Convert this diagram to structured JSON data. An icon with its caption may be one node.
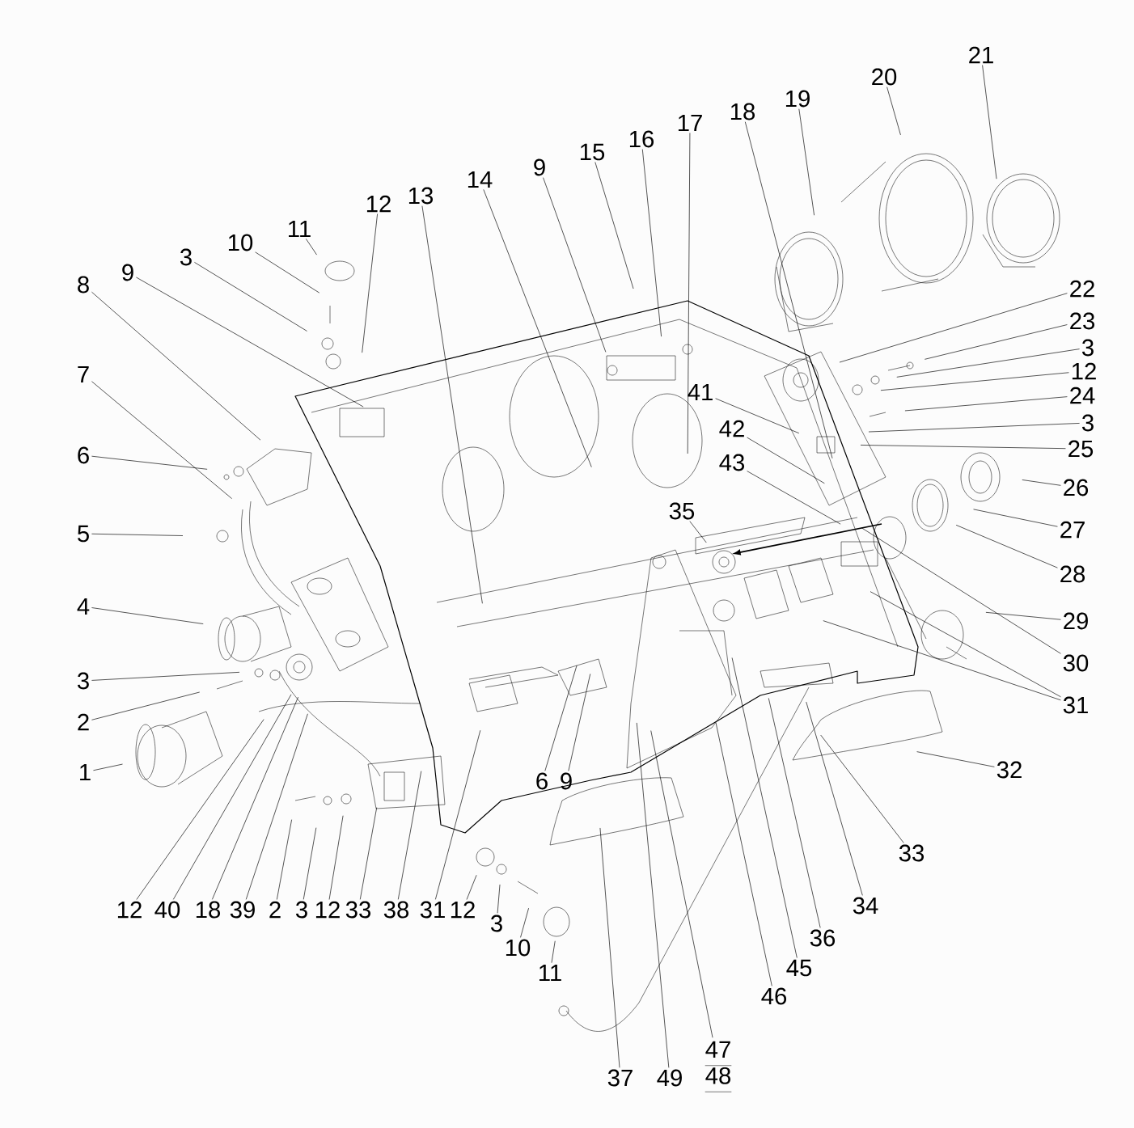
{
  "diagram": {
    "nodes": [
      {
        "text": [
          "1"
        ]
      },
      {
        "text": [
          "2"
        ]
      },
      {
        "text": [
          "3"
        ]
      },
      {
        "text": [
          "4"
        ]
      },
      {
        "text": [
          "5"
        ]
      },
      {
        "text": [
          "6"
        ]
      },
      {
        "text": [
          "7"
        ]
      },
      {
        "text": [
          "8"
        ]
      },
      {
        "text": [
          "9"
        ]
      },
      {
        "text": [
          "3"
        ]
      },
      {
        "text": [
          "10"
        ]
      },
      {
        "text": [
          "11"
        ]
      },
      {
        "text": [
          "12"
        ]
      },
      {
        "text": [
          "13"
        ]
      },
      {
        "text": [
          "14"
        ]
      },
      {
        "text": [
          "9"
        ]
      },
      {
        "text": [
          "15"
        ]
      },
      {
        "text": [
          "16"
        ]
      },
      {
        "text": [
          "17"
        ]
      },
      {
        "text": [
          "18"
        ]
      },
      {
        "text": [
          "19"
        ]
      },
      {
        "text": [
          "20"
        ]
      },
      {
        "text": [
          "21"
        ]
      },
      {
        "text": [
          "22"
        ]
      },
      {
        "text": [
          "23"
        ]
      },
      {
        "text": [
          "3"
        ]
      },
      {
        "text": [
          "12"
        ]
      },
      {
        "text": [
          "24"
        ]
      },
      {
        "text": [
          "3"
        ]
      },
      {
        "text": [
          "25"
        ]
      },
      {
        "text": [
          "26"
        ]
      },
      {
        "text": [
          "27"
        ]
      },
      {
        "text": [
          "28"
        ]
      },
      {
        "text": [
          "29"
        ]
      },
      {
        "text": [
          "30"
        ]
      },
      {
        "text": [
          "31"
        ]
      },
      {
        "text": [
          "32"
        ]
      },
      {
        "text": [
          "41"
        ]
      },
      {
        "text": [
          "42"
        ]
      },
      {
        "text": [
          "43"
        ]
      },
      {
        "text": [
          "35"
        ]
      },
      {
        "text": [
          "6"
        ]
      },
      {
        "text": [
          "9"
        ]
      },
      {
        "text": [
          "33"
        ]
      },
      {
        "text": [
          "34"
        ]
      },
      {
        "text": [
          "36"
        ]
      },
      {
        "text": [
          "45"
        ]
      },
      {
        "text": [
          "46"
        ]
      },
      {
        "text": [
          "47",
          "48"
        ]
      },
      {
        "text": [
          "49"
        ]
      },
      {
        "text": [
          "37"
        ]
      },
      {
        "text": [
          "12"
        ]
      },
      {
        "text": [
          "40"
        ]
      },
      {
        "text": [
          "18"
        ]
      },
      {
        "text": [
          "39"
        ]
      },
      {
        "text": [
          "2"
        ]
      },
      {
        "text": [
          "3"
        ]
      },
      {
        "text": [
          "12"
        ]
      },
      {
        "text": [
          "33"
        ]
      },
      {
        "text": [
          "38"
        ]
      },
      {
        "text": [
          "31"
        ]
      },
      {
        "text": [
          "12"
        ]
      },
      {
        "text": [
          "3"
        ]
      },
      {
        "text": [
          "10"
        ]
      },
      {
        "text": [
          "11"
        ]
      }
    ],
    "edges": [
      {
        "from": 0,
        "to": null,
        "arrow": "none"
      },
      {
        "from": 1,
        "to": null,
        "arrow": "none"
      },
      {
        "from": 2,
        "to": null,
        "arrow": "none"
      },
      {
        "from": 3,
        "to": null,
        "arrow": "none"
      },
      {
        "from": 4,
        "to": null,
        "arrow": "none"
      },
      {
        "from": 5,
        "to": null,
        "arrow": "none"
      },
      {
        "from": 6,
        "to": null,
        "arrow": "none"
      },
      {
        "from": 7,
        "to": null,
        "arrow": "none"
      },
      {
        "from": 8,
        "to": null,
        "arrow": "none"
      },
      {
        "from": 9,
        "to": null,
        "arrow": "none"
      },
      {
        "from": 10,
        "to": null,
        "arrow": "none"
      },
      {
        "from": 11,
        "to": null,
        "arrow": "none"
      },
      {
        "from": 12,
        "to": null,
        "arrow": "none"
      },
      {
        "from": 13,
        "to": null,
        "arrow": "none"
      },
      {
        "from": 14,
        "to": null,
        "arrow": "none"
      },
      {
        "from": 15,
        "to": null,
        "arrow": "none"
      },
      {
        "from": 16,
        "to": null,
        "arrow": "none"
      },
      {
        "from": 17,
        "to": null,
        "arrow": "none"
      },
      {
        "from": 18,
        "to": null,
        "arrow": "none"
      },
      {
        "from": 19,
        "to": null,
        "arrow": "none"
      },
      {
        "from": 20,
        "to": null,
        "arrow": "none"
      },
      {
        "from": 21,
        "to": null,
        "arrow": "none"
      },
      {
        "from": 22,
        "to": null,
        "arrow": "none"
      },
      {
        "from": 23,
        "to": null,
        "arrow": "none"
      },
      {
        "from": 24,
        "to": null,
        "arrow": "none"
      },
      {
        "from": 25,
        "to": null,
        "arrow": "none"
      },
      {
        "from": 26,
        "to": null,
        "arrow": "none"
      },
      {
        "from": 27,
        "to": null,
        "arrow": "none"
      },
      {
        "from": 28,
        "to": null,
        "arrow": "none"
      },
      {
        "from": 29,
        "to": null,
        "arrow": "none"
      },
      {
        "from": 30,
        "to": null,
        "arrow": "none"
      },
      {
        "from": 31,
        "to": null,
        "arrow": "none"
      },
      {
        "from": 32,
        "to": null,
        "arrow": "none"
      },
      {
        "from": 33,
        "to": null,
        "arrow": "none"
      },
      {
        "from": 34,
        "to": null,
        "arrow": "none"
      },
      {
        "from": 35,
        "to": null,
        "arrow": "none"
      },
      {
        "from": 35,
        "to": null,
        "arrow": "none"
      },
      {
        "from": 36,
        "to": null,
        "arrow": "none"
      },
      {
        "from": 37,
        "to": null,
        "arrow": "none"
      },
      {
        "from": 38,
        "to": null,
        "arrow": "none"
      },
      {
        "from": 39,
        "to": null,
        "arrow": "none"
      },
      {
        "from": 40,
        "to": null,
        "arrow": "none"
      },
      {
        "from": 41,
        "to": null,
        "arrow": "none"
      },
      {
        "from": 42,
        "to": null,
        "arrow": "none"
      },
      {
        "from": 43,
        "to": null,
        "arrow": "none"
      },
      {
        "from": 44,
        "to": null,
        "arrow": "none"
      },
      {
        "from": 45,
        "to": null,
        "arrow": "none"
      },
      {
        "from": 46,
        "to": null,
        "arrow": "none"
      },
      {
        "from": 47,
        "to": null,
        "arrow": "none"
      },
      {
        "from": 48,
        "to": null,
        "arrow": "none"
      },
      {
        "from": 49,
        "to": null,
        "arrow": "none"
      },
      {
        "from": 50,
        "to": null,
        "arrow": "none"
      },
      {
        "from": 51,
        "to": null,
        "arrow": "none"
      },
      {
        "from": 52,
        "to": null,
        "arrow": "none"
      },
      {
        "from": 53,
        "to": null,
        "arrow": "none"
      },
      {
        "from": 54,
        "to": null,
        "arrow": "none"
      },
      {
        "from": 55,
        "to": null,
        "arrow": "none"
      },
      {
        "from": 56,
        "to": null,
        "arrow": "none"
      },
      {
        "from": 57,
        "to": null,
        "arrow": "none"
      },
      {
        "from": 58,
        "to": null,
        "arrow": "none"
      },
      {
        "from": 59,
        "to": null,
        "arrow": "none"
      },
      {
        "from": 60,
        "to": null,
        "arrow": "none"
      },
      {
        "from": 61,
        "to": null,
        "arrow": "none"
      },
      {
        "from": 62,
        "to": null,
        "arrow": "none"
      },
      {
        "from": 63,
        "to": null,
        "arrow": "none"
      },
      {
        "from": 64,
        "to": null,
        "arrow": "none"
      }
    ]
  }
}
